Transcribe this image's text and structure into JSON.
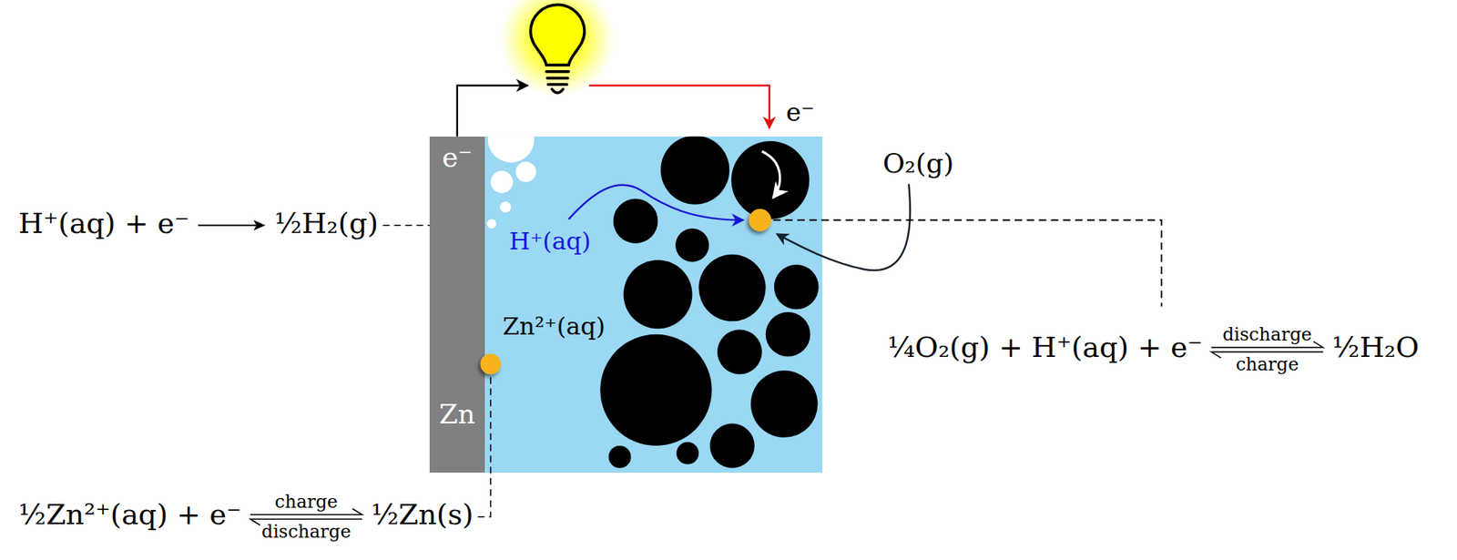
{
  "diagram": {
    "nodes": [
      {
        "text": [
          "e⁻",
          "Zn"
        ]
      }
    ],
    "labels": [
      "H⁺(aq) + e⁻",
      "½H₂(g)",
      "H⁺(aq)",
      "Zn²⁺(aq)",
      "e⁻",
      "O₂(g)",
      "¼O₂(g) + H⁺(aq) + e⁻",
      "discharge",
      "charge",
      "½H₂O",
      "½Zn²⁺(aq) + e⁻",
      "charge",
      "discharge",
      "½Zn(s)"
    ]
  }
}
